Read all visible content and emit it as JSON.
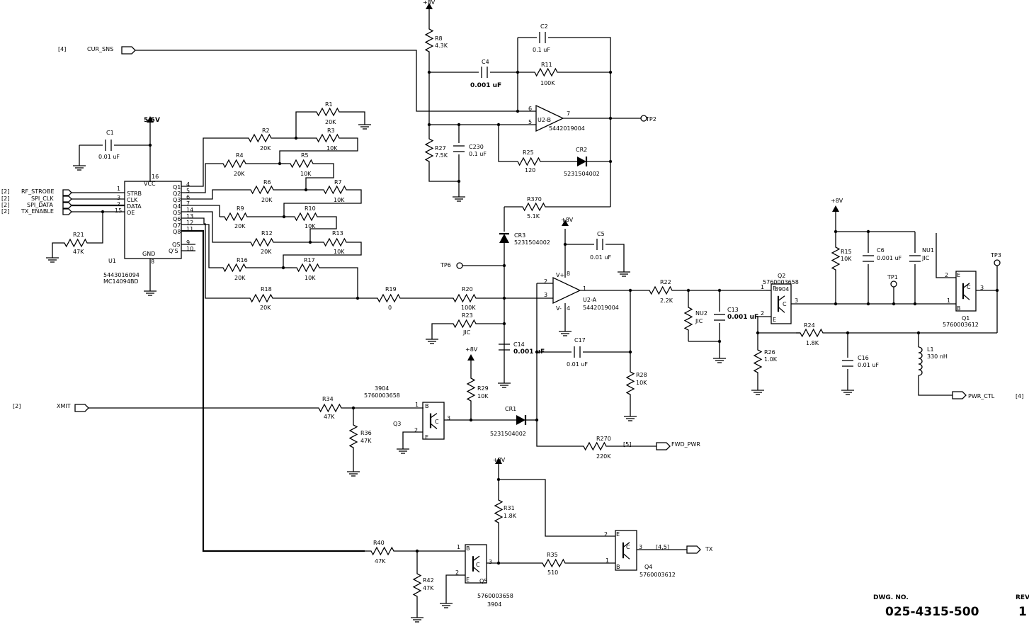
{
  "title_block": {
    "dwg_no_label": "DWG. NO.",
    "dwg_no": "025-4315-500",
    "rev_label": "REV",
    "rev": "1"
  },
  "ports": {
    "cur_sns": {
      "name": "CUR_SNS",
      "ref": "[4]"
    },
    "rf_strobe": {
      "name": "RF_STROBE",
      "ref": "[2]"
    },
    "spi_clk": {
      "name": "SPI_CLK",
      "ref": "[2]"
    },
    "spi_data": {
      "name": "SPI_DATA",
      "ref": "[2]"
    },
    "tx_enable": {
      "name": "TX_ENABLE",
      "ref": "[2]"
    },
    "xmit": {
      "name": "XMIT",
      "ref": "[2]"
    },
    "fwd_pwr": {
      "name": "FWD_PWR",
      "ref": "[5]"
    },
    "pwr_ctl": {
      "name": "PWR_CTL",
      "ref": "[4]"
    },
    "tx": {
      "name": "TX",
      "ref": "[4,5]"
    }
  },
  "rails": {
    "plus8v": "+8V",
    "v5_5": "5.5V"
  },
  "test_points": {
    "tp1": "TP1",
    "tp2": "TP2",
    "tp3": "TP3",
    "tp6": "TP6"
  },
  "u1": {
    "ref": "U1",
    "part": "5443016094",
    "type": "MC14094BD",
    "pins_left": [
      "STRB",
      "CLK",
      "DATA",
      "OE"
    ],
    "pins_left_nums": [
      "1",
      "3",
      "2",
      "15"
    ],
    "pins_right": [
      "Q1",
      "Q2",
      "Q3",
      "Q4",
      "Q5",
      "Q6",
      "Q7",
      "Q8",
      "QS",
      "Q'S"
    ],
    "pins_right_nums": [
      "4",
      "5",
      "6",
      "7",
      "14",
      "13",
      "12",
      "11",
      "9",
      "10"
    ],
    "vcc": "VCC",
    "vcc_pin": "16",
    "gnd": "GND",
    "gnd_pin": "8"
  },
  "u2a": {
    "ref": "U2-A",
    "part": "5442019004",
    "vplus": "V+",
    "vminus": "V-",
    "pin8": "8",
    "pin4": "4",
    "pin1": "1",
    "pin2": "2",
    "pin3": "3"
  },
  "u2b": {
    "ref": "U2-B",
    "part": "5442019004",
    "pin5": "5",
    "pin6": "6",
    "pin7": "7"
  },
  "resistors": {
    "r1": {
      "ref": "R1",
      "val": "20K"
    },
    "r2": {
      "ref": "R2",
      "val": "20K"
    },
    "r3": {
      "ref": "R3",
      "val": "10K"
    },
    "r4": {
      "ref": "R4",
      "val": "20K"
    },
    "r5": {
      "ref": "R5",
      "val": "10K"
    },
    "r6": {
      "ref": "R6",
      "val": "20K"
    },
    "r7": {
      "ref": "R7",
      "val": "10K"
    },
    "r8": {
      "ref": "R8",
      "val": "4.3K"
    },
    "r9": {
      "ref": "R9",
      "val": "20K"
    },
    "r10": {
      "ref": "R10",
      "val": "10K"
    },
    "r11": {
      "ref": "R11",
      "val": "100K"
    },
    "r12": {
      "ref": "R12",
      "val": "20K"
    },
    "r13": {
      "ref": "R13",
      "val": "10K"
    },
    "r15": {
      "ref": "R15",
      "val": "10K"
    },
    "r16": {
      "ref": "R16",
      "val": "20K"
    },
    "r17": {
      "ref": "R17",
      "val": "10K"
    },
    "r18": {
      "ref": "R18",
      "val": "20K"
    },
    "r19": {
      "ref": "R19",
      "val": "0"
    },
    "r20": {
      "ref": "R20",
      "val": "100K"
    },
    "r21": {
      "ref": "R21",
      "val": "47K"
    },
    "r22": {
      "ref": "R22",
      "val": "2.2K"
    },
    "r23": {
      "ref": "R23",
      "val": "JIC"
    },
    "r24": {
      "ref": "R24",
      "val": "1.8K"
    },
    "r25": {
      "ref": "R25",
      "val": "120"
    },
    "r26": {
      "ref": "R26",
      "val": "1.0K"
    },
    "r27": {
      "ref": "R27",
      "val": "7.5K"
    },
    "r28": {
      "ref": "R28",
      "val": "10K"
    },
    "r29": {
      "ref": "R29",
      "val": "10K"
    },
    "r31": {
      "ref": "R31",
      "val": "1.8K"
    },
    "r34": {
      "ref": "R34",
      "val": "47K"
    },
    "r35": {
      "ref": "R35",
      "val": "510"
    },
    "r36": {
      "ref": "R36",
      "val": "47K"
    },
    "r40": {
      "ref": "R40",
      "val": "47K"
    },
    "r42": {
      "ref": "R42",
      "val": "47K"
    },
    "r270": {
      "ref": "R270",
      "val": "220K"
    },
    "r370": {
      "ref": "R370",
      "val": "5.1K"
    },
    "nu2": {
      "ref": "NU2",
      "val": "JIC"
    }
  },
  "capacitors": {
    "c1": {
      "ref": "C1",
      "val": "0.01 uF"
    },
    "c2": {
      "ref": "C2",
      "val": "0.1 uF"
    },
    "c4": {
      "ref": "C4",
      "val": "0.001 uF"
    },
    "c5": {
      "ref": "C5",
      "val": "0.01 uF"
    },
    "c6": {
      "ref": "C6",
      "val": "0.001 uF"
    },
    "c13": {
      "ref": "C13",
      "val": "0.001 uF"
    },
    "c14": {
      "ref": "C14",
      "val": "0.001 uF"
    },
    "c16": {
      "ref": "C16",
      "val": "0.01 uF"
    },
    "c17": {
      "ref": "C17",
      "val": "0.01 uF"
    },
    "c230": {
      "ref": "C230",
      "val": "0.1 uF"
    },
    "nu1": {
      "ref": "NU1",
      "val": "JIC"
    }
  },
  "diodes": {
    "cr1": {
      "ref": "CR1",
      "part": "5231504002"
    },
    "cr2": {
      "ref": "CR2",
      "part": "5231504002"
    },
    "cr3": {
      "ref": "CR3",
      "part": "5231504002"
    }
  },
  "inductors": {
    "l1": {
      "ref": "L1",
      "val": "330 nH"
    }
  },
  "transistors": {
    "q1": {
      "ref": "Q1",
      "part": "5760003612",
      "pin_b": "1",
      "pin_e": "2",
      "pin_c": "3",
      "b": "B",
      "e": "E",
      "c": "C"
    },
    "q2": {
      "ref": "Q2",
      "part": "5760003658",
      "type": "3904",
      "pin_b": "1",
      "pin_e": "2",
      "pin_c": "3",
      "b": "B",
      "e": "E",
      "c": "C"
    },
    "q3": {
      "ref": "Q3",
      "part": "5760003658",
      "type": "3904",
      "pin_b": "1",
      "pin_e": "2",
      "pin_c": "3",
      "b": "B",
      "e": "E",
      "c": "C"
    },
    "q4": {
      "ref": "Q4",
      "part": "5760003612",
      "pin_b": "1",
      "pin_e": "2",
      "pin_c": "3",
      "b": "B",
      "e": "E",
      "c": "C"
    },
    "q5": {
      "ref": "Q5",
      "part": "5760003658",
      "type": "3904",
      "pin_b": "1",
      "pin_e": "2",
      "pin_c": "3",
      "b": "B",
      "e": "E",
      "c": "C"
    }
  }
}
